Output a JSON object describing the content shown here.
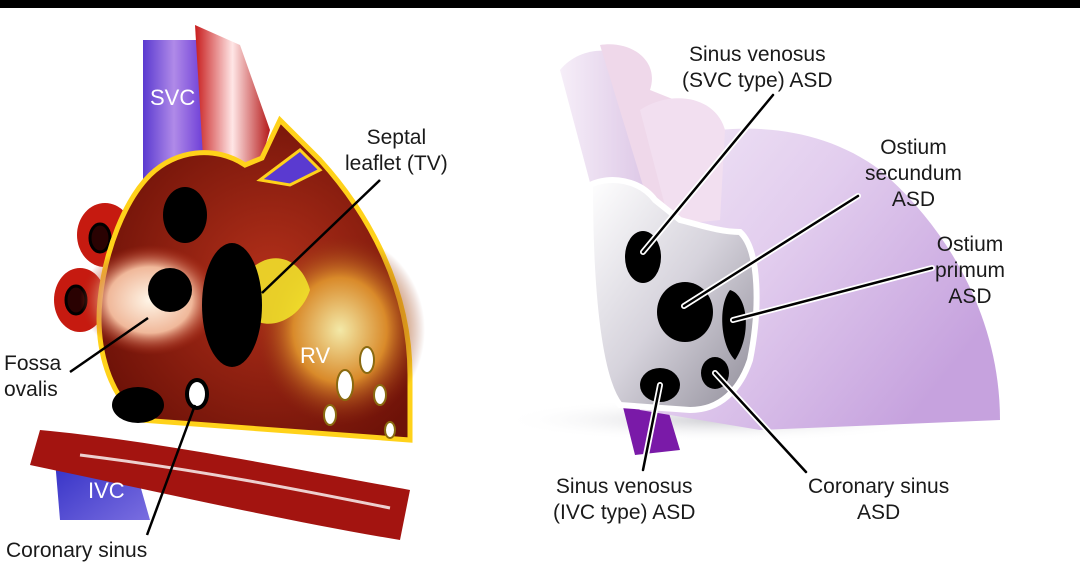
{
  "left_panel": {
    "svc": "SVC",
    "ivc": "IVC",
    "rv": "RV",
    "septal_leaflet": "Septal\nleaflet (TV)",
    "fossa_ovalis": "Fossa\novalis",
    "coronary_sinus": "Coronary sinus"
  },
  "right_panel": {
    "sinus_venosus_svc": "Sinus venosus\n(SVC type) ASD",
    "ostium_secundum": "Ostium\nsecundum\nASD",
    "ostium_primum": "Ostium\nprimum\nASD",
    "sinus_venosus_ivc": "Sinus venosus\n(IVC type) ASD",
    "coronary_sinus_asd": "Coronary sinus\nASD"
  }
}
